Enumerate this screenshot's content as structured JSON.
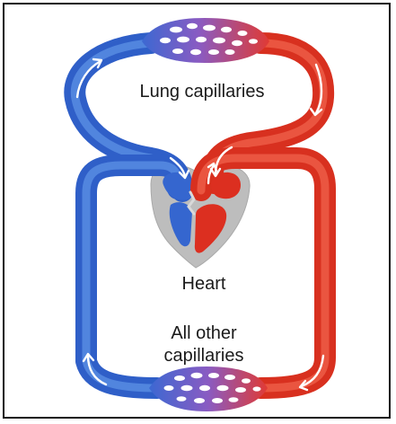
{
  "labels": {
    "lung_capillaries": "Lung capillaries",
    "heart": "Heart",
    "other_capillaries_line1": "All other",
    "other_capillaries_line2": "capillaries"
  },
  "colors": {
    "deoxygenated": "#3a6fd0",
    "oxygenated": "#e23a2a",
    "heart_tissue": "#b9b9b9",
    "frame": "#111111"
  }
}
